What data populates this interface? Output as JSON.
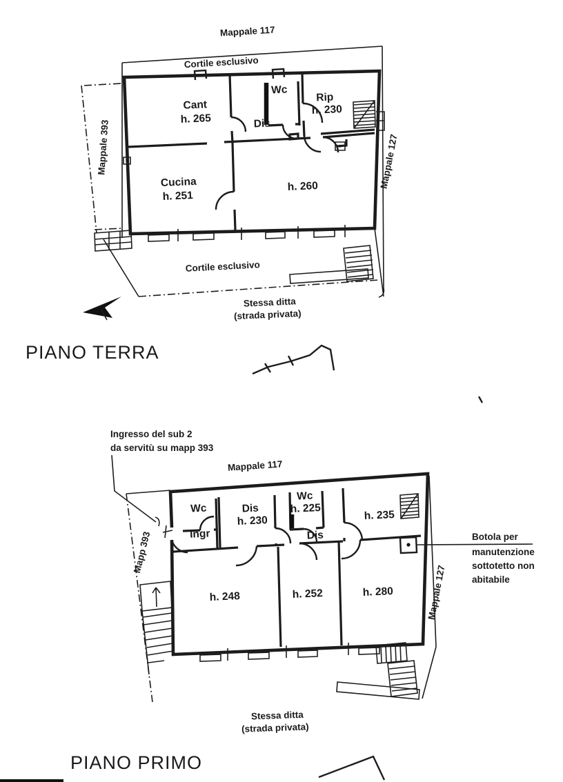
{
  "document": {
    "ink": "#1c1c1c",
    "paper": "#ffffff"
  },
  "ground_floor": {
    "title": "PIANO TERRA",
    "parcel_top": "Mappale 117",
    "parcel_left": "Mappale 393",
    "parcel_right": "Mappale 127",
    "courtyard_top": "Cortile esclusivo",
    "courtyard_bottom": "Cortile esclusivo",
    "street": {
      "line1": "Stessa ditta",
      "line2": "(strada privata)"
    },
    "rooms": {
      "cant": {
        "name": "Cant",
        "height": "h. 265"
      },
      "wc": {
        "name": "Wc"
      },
      "dis": {
        "name": "Dis"
      },
      "rip": {
        "name": "Rip",
        "height": "h. 230"
      },
      "cucina": {
        "name": "Cucina",
        "height": "h. 251"
      },
      "sala": {
        "height": "h. 260"
      }
    }
  },
  "first_floor": {
    "title": "PIANO PRIMO",
    "parcel_top": "Mappale 117",
    "parcel_left": "Mapp 393",
    "parcel_right": "Mappale 127",
    "entrance_note": {
      "line1": "Ingresso del sub 2",
      "line2": "da servitù su mapp 393"
    },
    "hatch_note": {
      "line1": "Botola per",
      "line2": "manutenzione",
      "line3": "sottotetto non",
      "line4": "abitabile"
    },
    "street": {
      "line1": "Stessa ditta",
      "line2": "(strada privata)"
    },
    "rooms": {
      "wc_left": {
        "name": "Wc"
      },
      "ingr": {
        "name": "Ingr"
      },
      "dis_left": {
        "name": "Dis",
        "height": "h. 230"
      },
      "wc_mid": {
        "name": "Wc",
        "height": "h. 225"
      },
      "dis_mid": {
        "name": "Dis"
      },
      "room235": {
        "height": "h. 235"
      },
      "room248": {
        "height": "h. 248"
      },
      "room252": {
        "height": "h. 252"
      },
      "room280": {
        "height": "h. 280"
      }
    }
  }
}
